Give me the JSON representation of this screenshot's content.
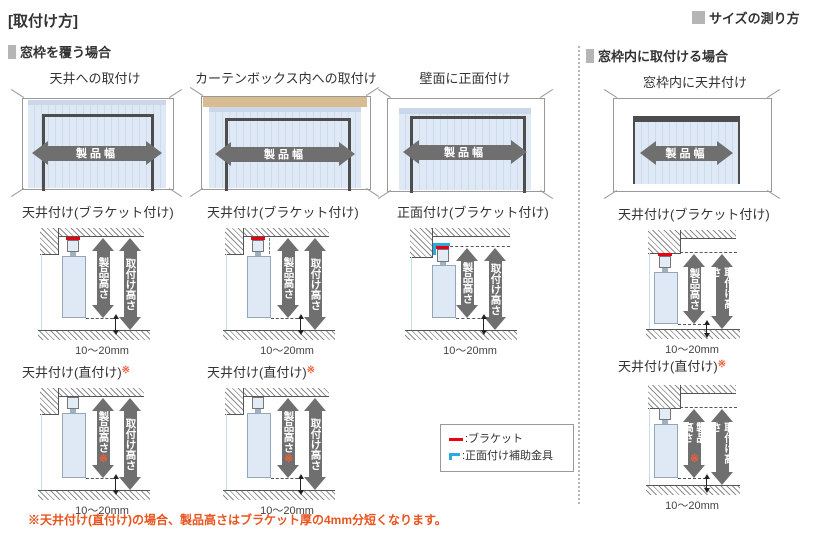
{
  "header": {
    "title": "[取付け方]",
    "size_guide": "サイズの測り方"
  },
  "sections": {
    "cover": "窓枠を覆う場合",
    "inside": "窓枠内に取付ける場合"
  },
  "window_titles": {
    "ceiling": "天井への取付け",
    "curtain_box": "カーテンボックス内への取付け",
    "wall_front": "壁面に正面付け",
    "inside_ceiling": "窓枠内に天井付け"
  },
  "diagram_titles": {
    "ceiling_bracket": "天井付け(ブラケット付け)",
    "front_bracket": "正面付け(ブラケット付け)",
    "ceiling_direct": "天井付け(直付け)"
  },
  "labels": {
    "product_width": "製品幅",
    "product_height": "製品高さ",
    "mount_height": "取付け高さ",
    "gap": "10〜20mm",
    "asterisk": "※"
  },
  "legend": {
    "bracket": ":ブラケット",
    "front_aux": ":正面付け補助金具"
  },
  "note": "※天井付け(直付け)の場合、製品高さはブラケット厚の4mm分短くなります。",
  "colors": {
    "bracket_red": "#e60012",
    "aux_blue": "#29abe2",
    "arrow_gray": "#6f6f6f",
    "note_orange": "#e8541e",
    "blind_fill": "#dfe9f5",
    "blind_stripe": "#cddcec",
    "curtain_box_tan": "#d9bd92",
    "frame_dark": "#4d4d4d",
    "marker_gray": "#b5b5b5"
  }
}
